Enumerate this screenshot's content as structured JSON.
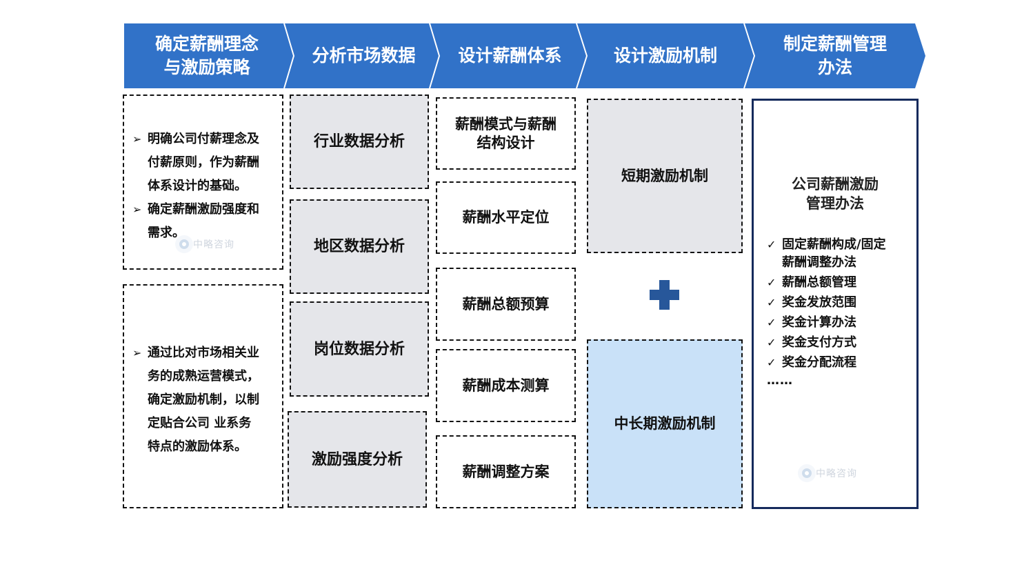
{
  "header": {
    "color": "#3172c8",
    "steps": [
      {
        "lines": [
          "确定薪酬理念",
          "与激励策略"
        ]
      },
      {
        "lines": [
          "分析市场数据"
        ]
      },
      {
        "lines": [
          "设计薪酬体系"
        ]
      },
      {
        "lines": [
          "设计激励机制"
        ]
      },
      {
        "lines": [
          "制定薪酬管理",
          "办法"
        ]
      }
    ]
  },
  "col1": {
    "box1": {
      "bullets": [
        {
          "glyph": "➢",
          "text": "明确公司付薪理念及\n付薪原则，作为薪酬\n体系设计的基础。"
        },
        {
          "glyph": "➢",
          "text": "确定薪酬激励强度和\n需求。"
        }
      ],
      "watermark": "中略咨询"
    },
    "box2": {
      "bullets": [
        {
          "glyph": "➢",
          "text": "通过比对市场相关业\n务的成熟运营模式，\n确定激励机制，以制\n定贴合公司 业系务\n特点的激励体系。"
        }
      ]
    }
  },
  "col2": {
    "items": [
      "行业数据分析",
      "地区数据分析",
      "岗位数据分析",
      "激励强度分析"
    ]
  },
  "col3": {
    "items": [
      {
        "lines": [
          "薪酬模式与薪酬",
          "结构设计"
        ]
      },
      {
        "lines": [
          "薪酬水平定位"
        ]
      },
      {
        "lines": [
          "薪酬总额预算"
        ]
      },
      {
        "lines": [
          "薪酬成本测算"
        ]
      },
      {
        "lines": [
          "薪酬调整方案"
        ]
      }
    ]
  },
  "col4": {
    "short_term": "短期激励机制",
    "plus_icon": "plus-icon",
    "long_term": "中长期激励机制"
  },
  "col5": {
    "title_lines": [
      "公司薪酬激励",
      "管理办法"
    ],
    "check_glyph": "✓",
    "items": [
      "固定薪酬构成/固定\n薪酬调整办法",
      "薪酬总额管理",
      "奖金发放范围",
      "奖金计算办法",
      "奖金支付方式",
      "奖金分配流程"
    ],
    "ellipsis": "……",
    "watermark": "中略咨询"
  }
}
